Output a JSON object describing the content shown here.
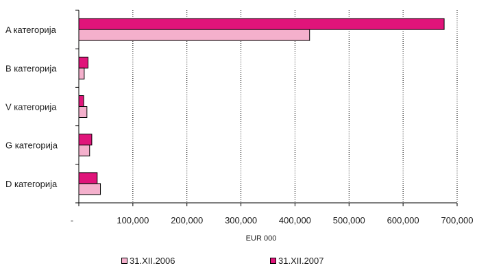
{
  "chart_data": {
    "type": "bar",
    "orientation": "horizontal",
    "categories": [
      "A  категорија",
      "B  категорија",
      "V  категорија",
      "G  категорија",
      "D  категорија"
    ],
    "series": [
      {
        "name": "31.XII.2007",
        "color": "#e0147a",
        "values": [
          676000,
          17000,
          9000,
          24000,
          34000
        ]
      },
      {
        "name": "31.XII.2006",
        "color": "#f4b0cc",
        "values": [
          427000,
          10000,
          15000,
          20000,
          40000
        ]
      }
    ],
    "xlabel": "EUR 000",
    "xlim": [
      0,
      700000
    ],
    "xticks": [
      "-",
      "100,000",
      "200,000",
      "300,000",
      "400,000",
      "500,000",
      "600,000",
      "700,000"
    ],
    "grid": "vertical dotted",
    "legend_position": "bottom",
    "legend_order": [
      "31.XII.2006",
      "31.XII.2007"
    ]
  }
}
